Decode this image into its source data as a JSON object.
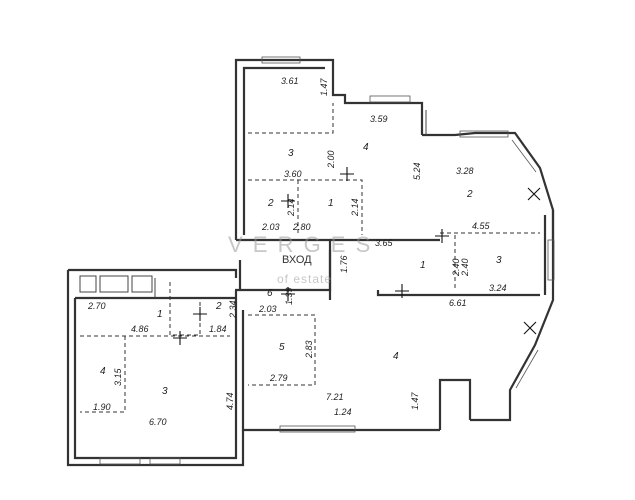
{
  "watermark": {
    "brand": "V E R G E S",
    "tagline": "of estate"
  },
  "entrance_label": "ВХОД",
  "upper_block": {
    "dimensions": [
      "3.61",
      "1.47",
      "3.59",
      "2.00",
      "3.60",
      "5.24",
      "2.14",
      "2.14",
      "2.03",
      "2.80"
    ],
    "rooms": [
      "3",
      "4",
      "2",
      "1"
    ]
  },
  "right_wing": {
    "dimensions": [
      "3.28",
      "4.55",
      "3.65",
      "1.76",
      "2.40",
      "2.40",
      "3.24",
      "6.61",
      "1.39",
      "2.03",
      "2.83",
      "2.79",
      "7.21",
      "1.24",
      "1.47"
    ],
    "rooms": [
      "2",
      "1",
      "3",
      "6",
      "5",
      "4"
    ]
  },
  "left_block": {
    "dimensions": [
      "2.70",
      "2.34",
      "4.86",
      "1.84",
      "3.15",
      "4.74",
      "1.90",
      "6.70"
    ],
    "rooms": [
      "2",
      "1",
      "4",
      "3"
    ]
  }
}
